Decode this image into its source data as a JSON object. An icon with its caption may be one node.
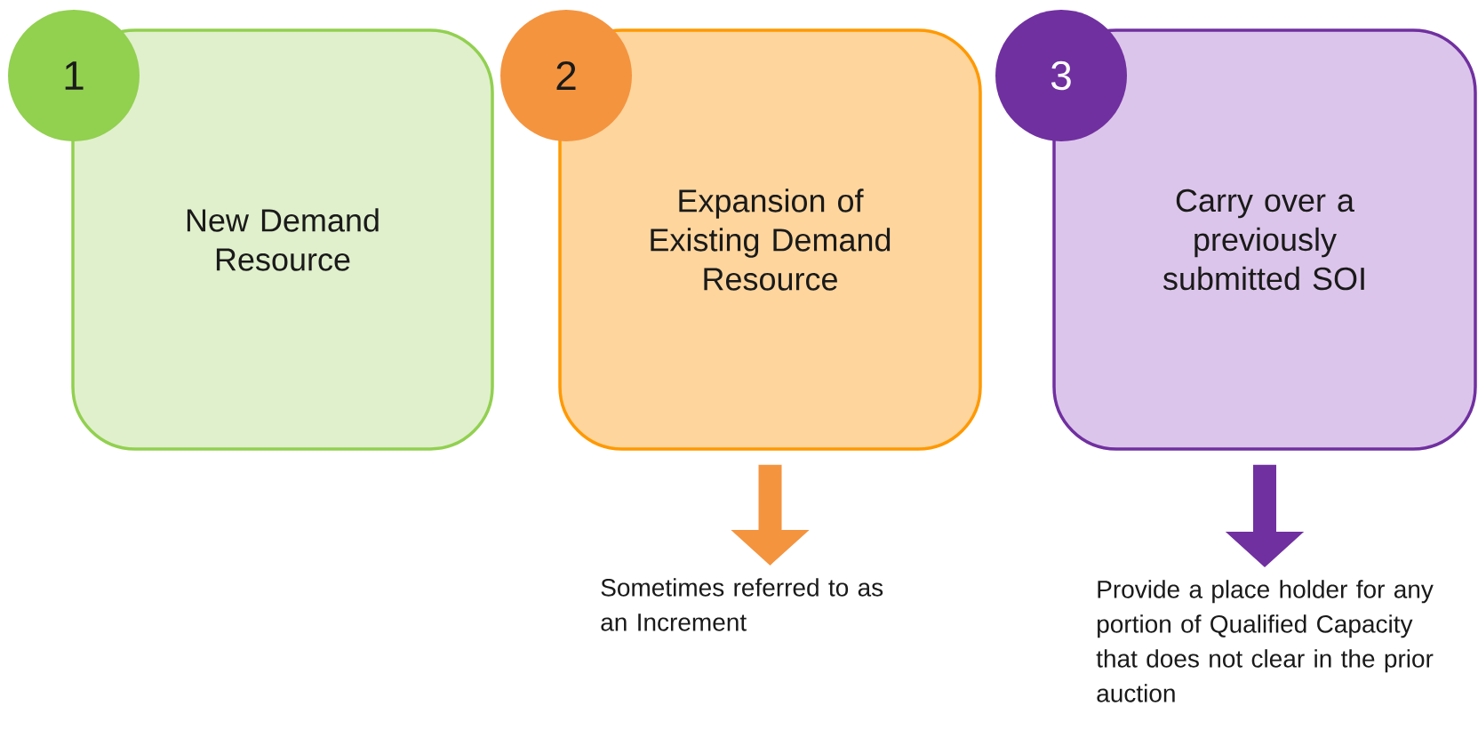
{
  "diagram": {
    "nodes": [
      {
        "text": [
          "1"
        ]
      },
      {
        "text": [
          "New Demand Resource"
        ]
      },
      {
        "text": [
          "2"
        ]
      },
      {
        "text": [
          "Expansion of Existing Demand Resource"
        ]
      },
      {
        "text": [
          "3"
        ]
      },
      {
        "text": [
          "Carry over a previously submitted SOI"
        ]
      },
      {
        "text": [
          "Sometimes referred to as an Increment"
        ]
      },
      {
        "text": [
          "Provide a place holder for any portion of Qualified Capacity that does not clear in the prior auction"
        ]
      }
    ],
    "edges": [
      {
        "from": 3,
        "to": 6,
        "arrow": "to",
        "color": "#f4943f"
      },
      {
        "from": 5,
        "to": 7,
        "arrow": "to",
        "color": "#7030a0"
      }
    ]
  }
}
